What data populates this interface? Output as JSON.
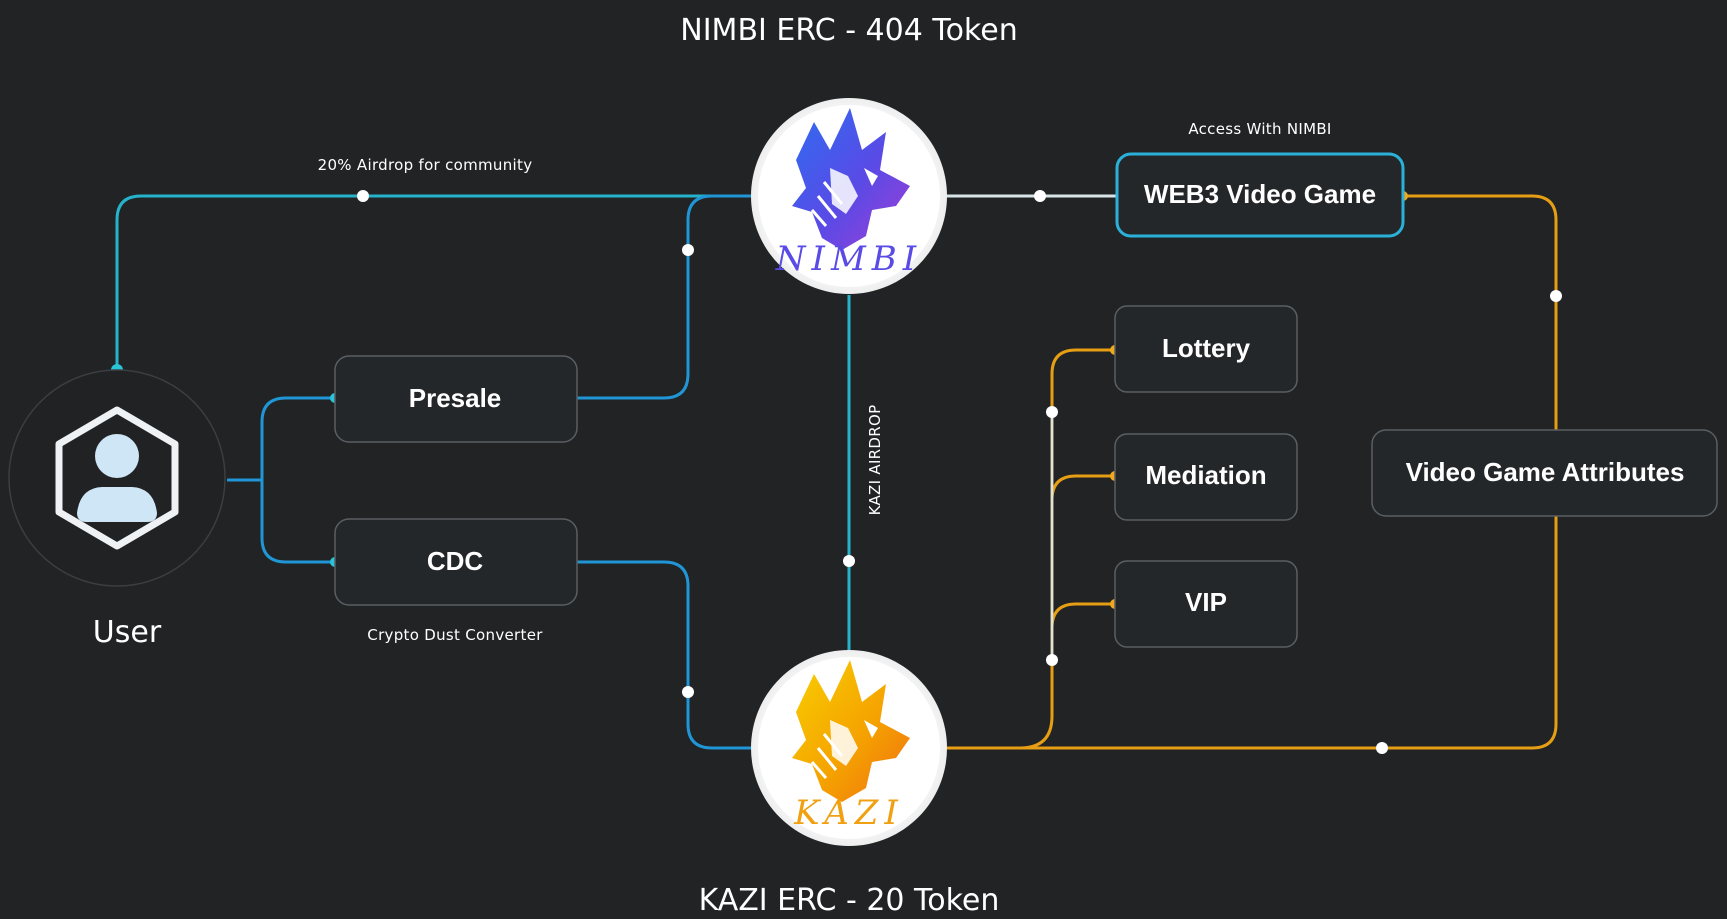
{
  "titles": {
    "nimbi": "NIMBI ERC - 404 Token",
    "kazi": "KAZI ERC - 20 Token"
  },
  "user": {
    "label": "User",
    "icon": "user-icon"
  },
  "edge_labels": {
    "airdrop_community": "20% Airdrop for community",
    "kazi_airdrop": "KAZI AIRDROP",
    "access_with_nimbi": "Access With NIMBI",
    "cdc_caption": "Crypto Dust Converter"
  },
  "boxes": {
    "presale": "Presale",
    "cdc": "CDC",
    "web3": "WEB3 Video Game",
    "lottery": "Lottery",
    "mediation": "Mediation",
    "vip": "VIP",
    "attributes": "Video Game Attributes"
  },
  "logos": {
    "nimbi_wordmark": "NIMBI",
    "kazi_wordmark": "KAZI"
  },
  "colors": {
    "background": "#212325",
    "cyan_line": "#25b3cc",
    "orange_line": "#e69e14",
    "nimbi_gradient": [
      "#3a5ee8",
      "#9a3fd8"
    ],
    "kazi_gradient": [
      "#f5c000",
      "#f07a10"
    ]
  }
}
